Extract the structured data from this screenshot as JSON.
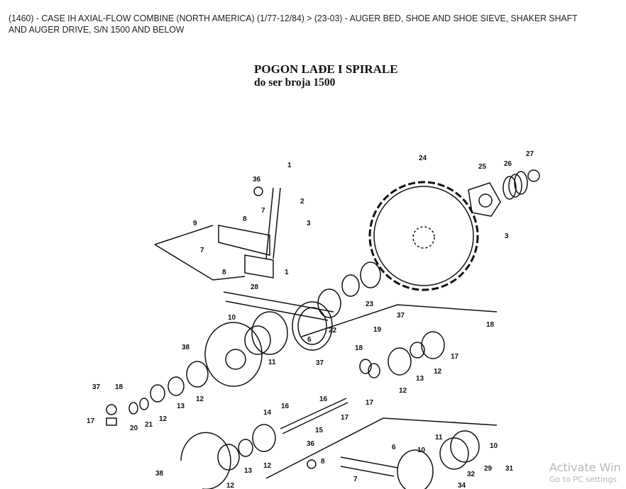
{
  "breadcrumb": "(1460) - CASE IH AXIAL-FLOW COMBINE (NORTH AMERICA) (1/77-12/84) > (23-03) - AUGER BED, SHOE AND SHOE SIEVE, SHAKER SHAFT AND AUGER DRIVE, S/N 1500 AND BELOW",
  "diagram": {
    "title": "POGON LAĐE I SPIRALE",
    "subtitle": "do ser broja 1500",
    "callouts": [
      "36",
      "1",
      "2",
      "9",
      "8",
      "7",
      "3",
      "7",
      "8",
      "1",
      "28",
      "24",
      "25",
      "26",
      "27",
      "3",
      "23",
      "22",
      "6",
      "10",
      "11",
      "38",
      "12",
      "13",
      "37",
      "18",
      "17",
      "12",
      "13",
      "12",
      "19",
      "18",
      "37",
      "17",
      "16",
      "17",
      "15",
      "14",
      "16",
      "37",
      "18",
      "17",
      "20",
      "21",
      "12",
      "36",
      "8",
      "7",
      "6",
      "11",
      "10",
      "10",
      "29",
      "31",
      "32",
      "34",
      "38",
      "13",
      "12",
      "12"
    ]
  },
  "watermark": {
    "line1": "Activate Win",
    "line2": "Go to PC settings"
  }
}
